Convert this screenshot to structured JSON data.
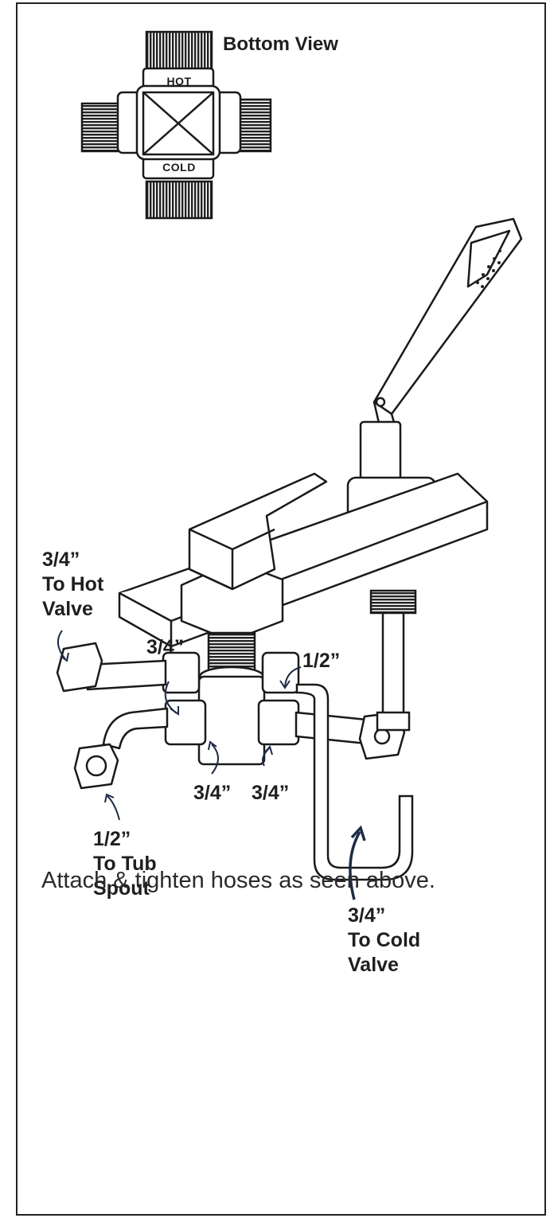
{
  "bottom_view": {
    "title": "Bottom View",
    "hot_tag": "HOT",
    "cold_tag": "COLD"
  },
  "callouts": {
    "hot_valve": {
      "size": "3/4”",
      "line1": "To Hot",
      "line2": "Valve"
    },
    "port_upper_left": {
      "size": "3/4”"
    },
    "port_upper_right": {
      "size": "1/2”"
    },
    "port_lower_left": {
      "size": "3/4”"
    },
    "port_lower_right": {
      "size": "3/4”"
    },
    "tub_spout": {
      "size": "1/2”",
      "line1": "To Tub",
      "line2": "Spout"
    },
    "cold_valve": {
      "size": "3/4”",
      "line1": "To Cold",
      "line2": "Valve"
    }
  },
  "caption": "Attach & tighten hoses as seen above."
}
